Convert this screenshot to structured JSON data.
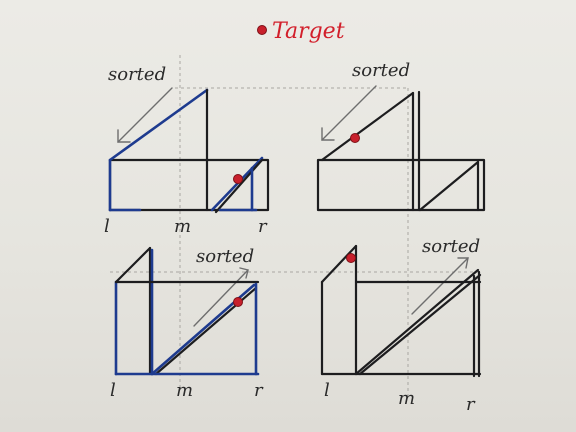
{
  "legend": {
    "label": "Target",
    "color": "#d21f2b"
  },
  "labels": {
    "sorted": "sorted",
    "l": "l",
    "m": "m",
    "r": "r"
  },
  "colors": {
    "ink": "#1d1d1f",
    "blue_ink": "#1e3b8f",
    "target": "#c8202c"
  },
  "panels": [
    {
      "id": "top-left",
      "pointers": [
        "l",
        "m",
        "r"
      ],
      "sorted_note": "sorted"
    },
    {
      "id": "top-right",
      "pointers": [],
      "sorted_note": "sorted"
    },
    {
      "id": "bottom-left",
      "pointers": [
        "l",
        "m",
        "r"
      ],
      "sorted_note": "sorted"
    },
    {
      "id": "bottom-right",
      "pointers": [
        "l",
        "m",
        "r"
      ],
      "sorted_note": "sorted"
    }
  ]
}
